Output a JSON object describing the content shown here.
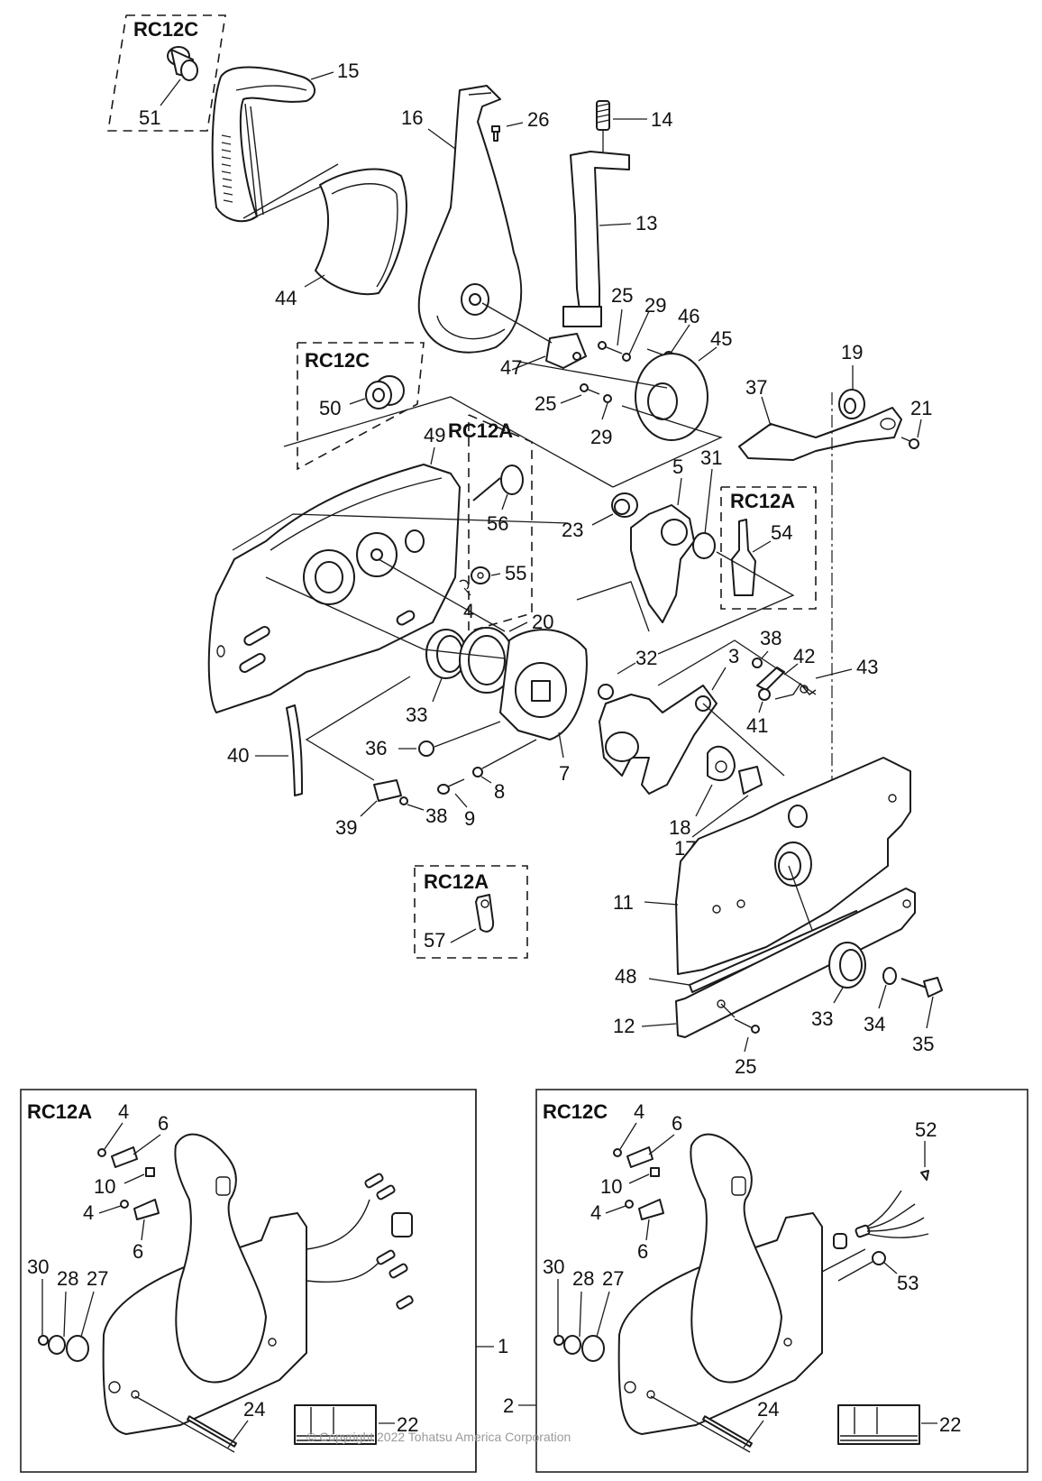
{
  "diagram": {
    "title": "Remote Control Box Exploded Parts Diagram",
    "variants": {
      "top_left_box": "RC12C",
      "bushing_box": "RC12C",
      "shaft_box": "RC12A",
      "lever_box": "RC12A",
      "clamp_box": "RC12A",
      "assembly_a": "RC12A",
      "assembly_c": "RC12C"
    },
    "callouts": {
      "c51": "51",
      "c15": "15",
      "c16": "16",
      "c26": "26",
      "c14": "14",
      "c13": "13",
      "c44": "44",
      "c25a": "25",
      "c29a": "29",
      "c46": "46",
      "c45": "45",
      "c47": "47",
      "c25b": "25",
      "c29b": "29",
      "c50": "50",
      "c19": "19",
      "c37": "37",
      "c21": "21",
      "c49": "49",
      "c56": "56",
      "c5": "5",
      "c31": "31",
      "c23": "23",
      "c54": "54",
      "c55": "55",
      "c4": "4",
      "c20": "20",
      "c32": "32",
      "c3": "3",
      "c38a": "38",
      "c42": "42",
      "c43": "43",
      "c41": "41",
      "c33a": "33",
      "c36": "36",
      "c40": "40",
      "c8": "8",
      "c9": "9",
      "c7": "7",
      "c39": "39",
      "c38b": "38",
      "c18": "18",
      "c17": "17",
      "c11": "11",
      "c57": "57",
      "c48": "48",
      "c33b": "33",
      "c34": "34",
      "c35": "35",
      "c12": "12",
      "c25c": "25"
    },
    "assembly_a": {
      "c4a": "4",
      "c6a": "6",
      "c10": "10",
      "c4b": "4",
      "c6b": "6",
      "c30": "30",
      "c28": "28",
      "c27": "27",
      "c24": "24",
      "c22": "22",
      "c1": "1"
    },
    "assembly_c": {
      "c4a": "4",
      "c6a": "6",
      "c10": "10",
      "c4b": "4",
      "c6b": "6",
      "c30": "30",
      "c28": "28",
      "c27": "27",
      "c24": "24",
      "c22": "22",
      "c52": "52",
      "c53": "53",
      "c2": "2"
    },
    "copyright": "© Copyright 2022 Tohatsu America Corporation"
  }
}
